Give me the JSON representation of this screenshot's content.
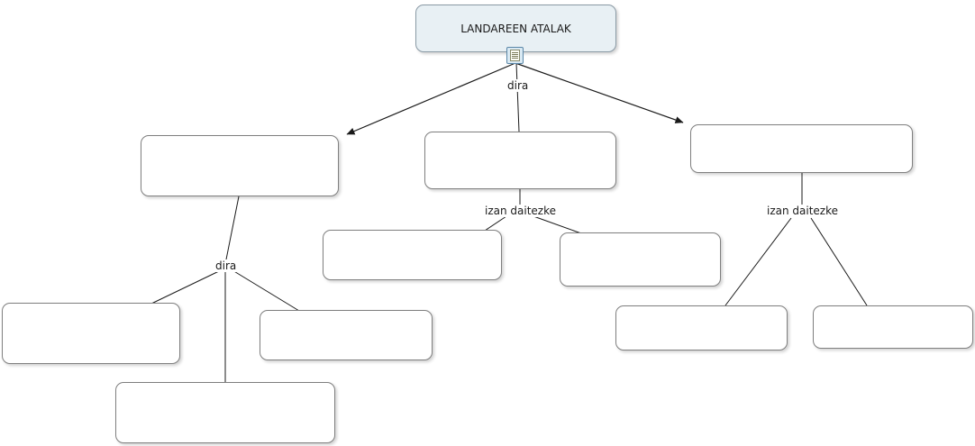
{
  "diagram": {
    "root": {
      "label": "LANDAREEN ATALAK"
    },
    "links": {
      "top": "dira",
      "left": "dira",
      "middle": "izan daitezke",
      "right": "izan daitezke"
    },
    "icons": [
      {
        "name": "document-icon",
        "meaning": "attached resource on root concept"
      }
    ],
    "colors": {
      "root_fill": "#e8f0f4",
      "node_fill": "#ffffff",
      "node_border": "#7f7f7f",
      "line": "#1a1a1a",
      "text": "#1a1a1a"
    }
  }
}
